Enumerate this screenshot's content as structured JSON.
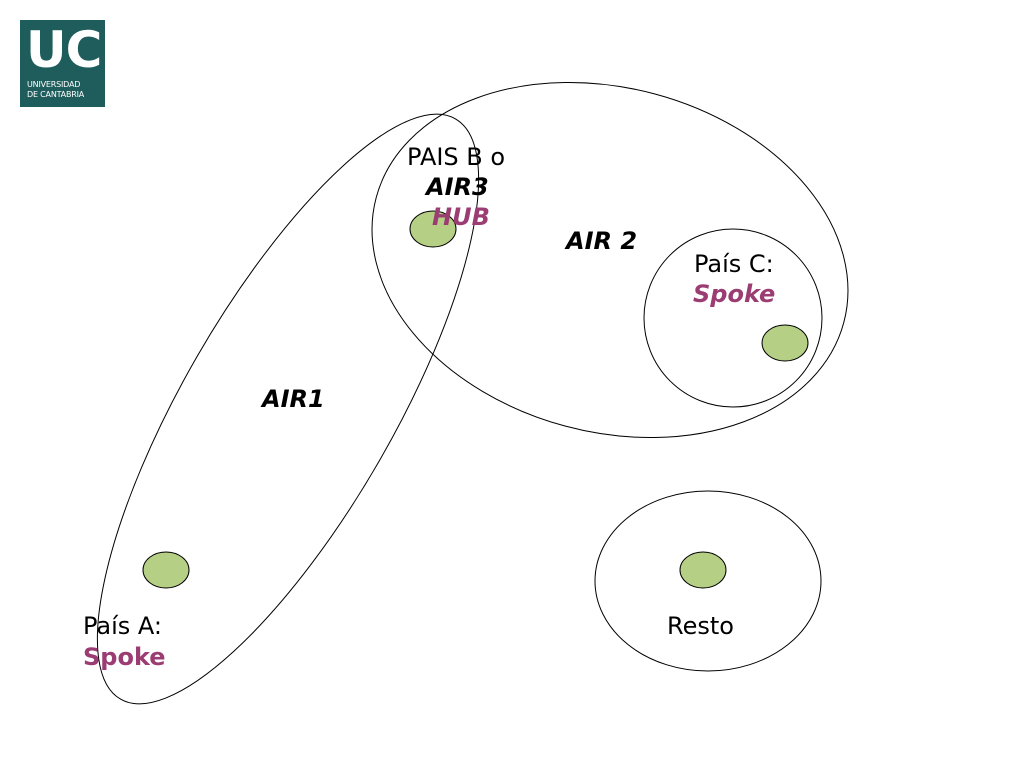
{
  "logo": {
    "mark": "UC",
    "line1": "UNIVERSIDAD",
    "line2": "DE CANTABRIA"
  },
  "labels": {
    "pais_b": "PAIS B o",
    "air3": "AIR3",
    "hub": "HUB",
    "air2": "AIR 2",
    "pais_c": "País C:",
    "spoke_c": "Spoke",
    "air1": "AIR1",
    "pais_a": "País A:",
    "spoke_a": "Spoke",
    "resto": "Resto"
  },
  "colors": {
    "node_fill": "#b5cf85",
    "node_stroke": "#000000",
    "outline": "#000000",
    "accent_text": "#9b3c73",
    "logo_bg": "#1f5d5d"
  }
}
